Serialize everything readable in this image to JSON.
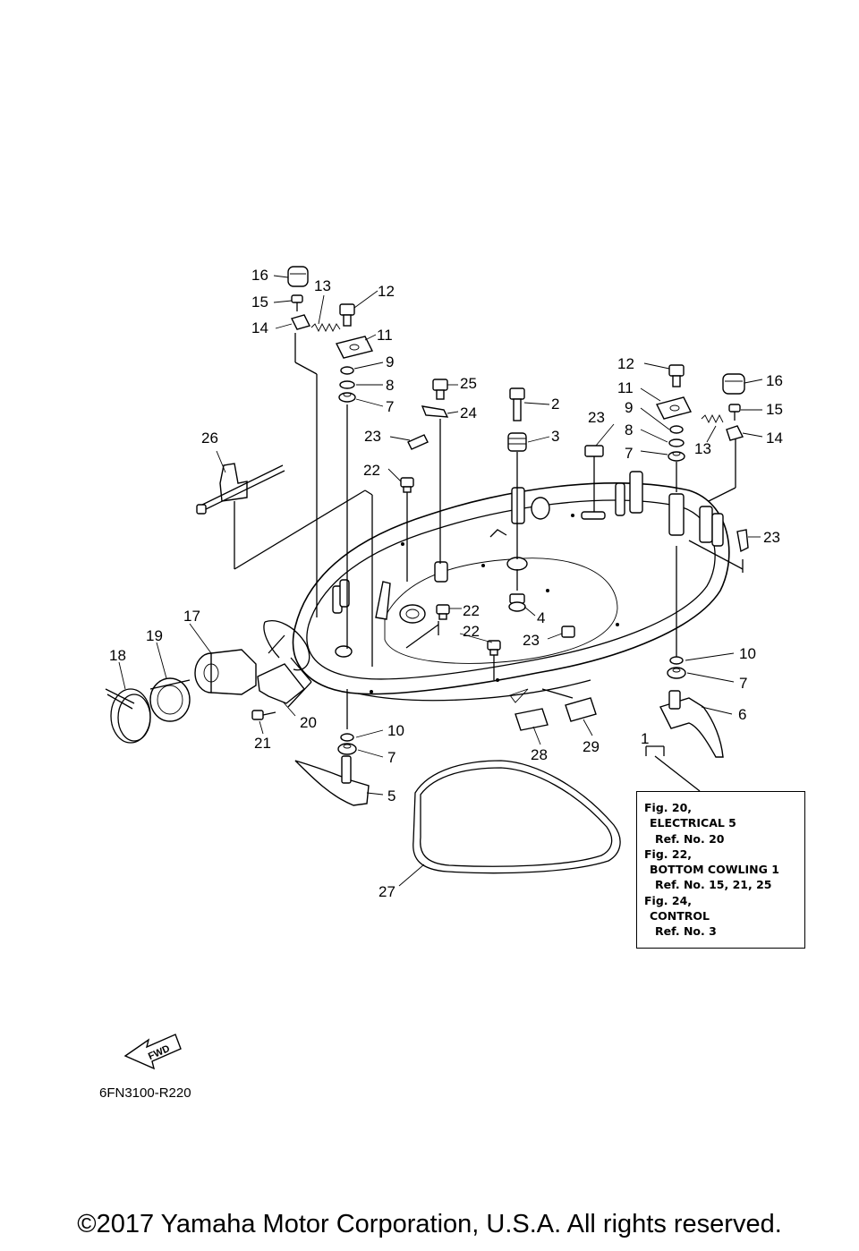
{
  "callouts": [
    "1",
    "2",
    "3",
    "4",
    "5",
    "6",
    "7",
    "8",
    "9",
    "10",
    "11",
    "12",
    "13",
    "14",
    "15",
    "16",
    "17",
    "18",
    "19",
    "20",
    "21",
    "22",
    "23",
    "24",
    "25",
    "26",
    "27",
    "28",
    "29"
  ],
  "fwd_label": "FWD",
  "diagram_code": "6FN3100-R220",
  "reference_box": {
    "lines": [
      "Fig. 20,",
      "ELECTRICAL 5",
      "Ref. No. 20",
      "Fig. 22,",
      "BOTTOM COWLING 1",
      "Ref. No. 15, 21, 25",
      "Fig. 24,",
      "CONTROL",
      "Ref. No. 3"
    ]
  },
  "copyright": "©2017 Yamaha Motor Corporation, U.S.A. All rights reserved."
}
